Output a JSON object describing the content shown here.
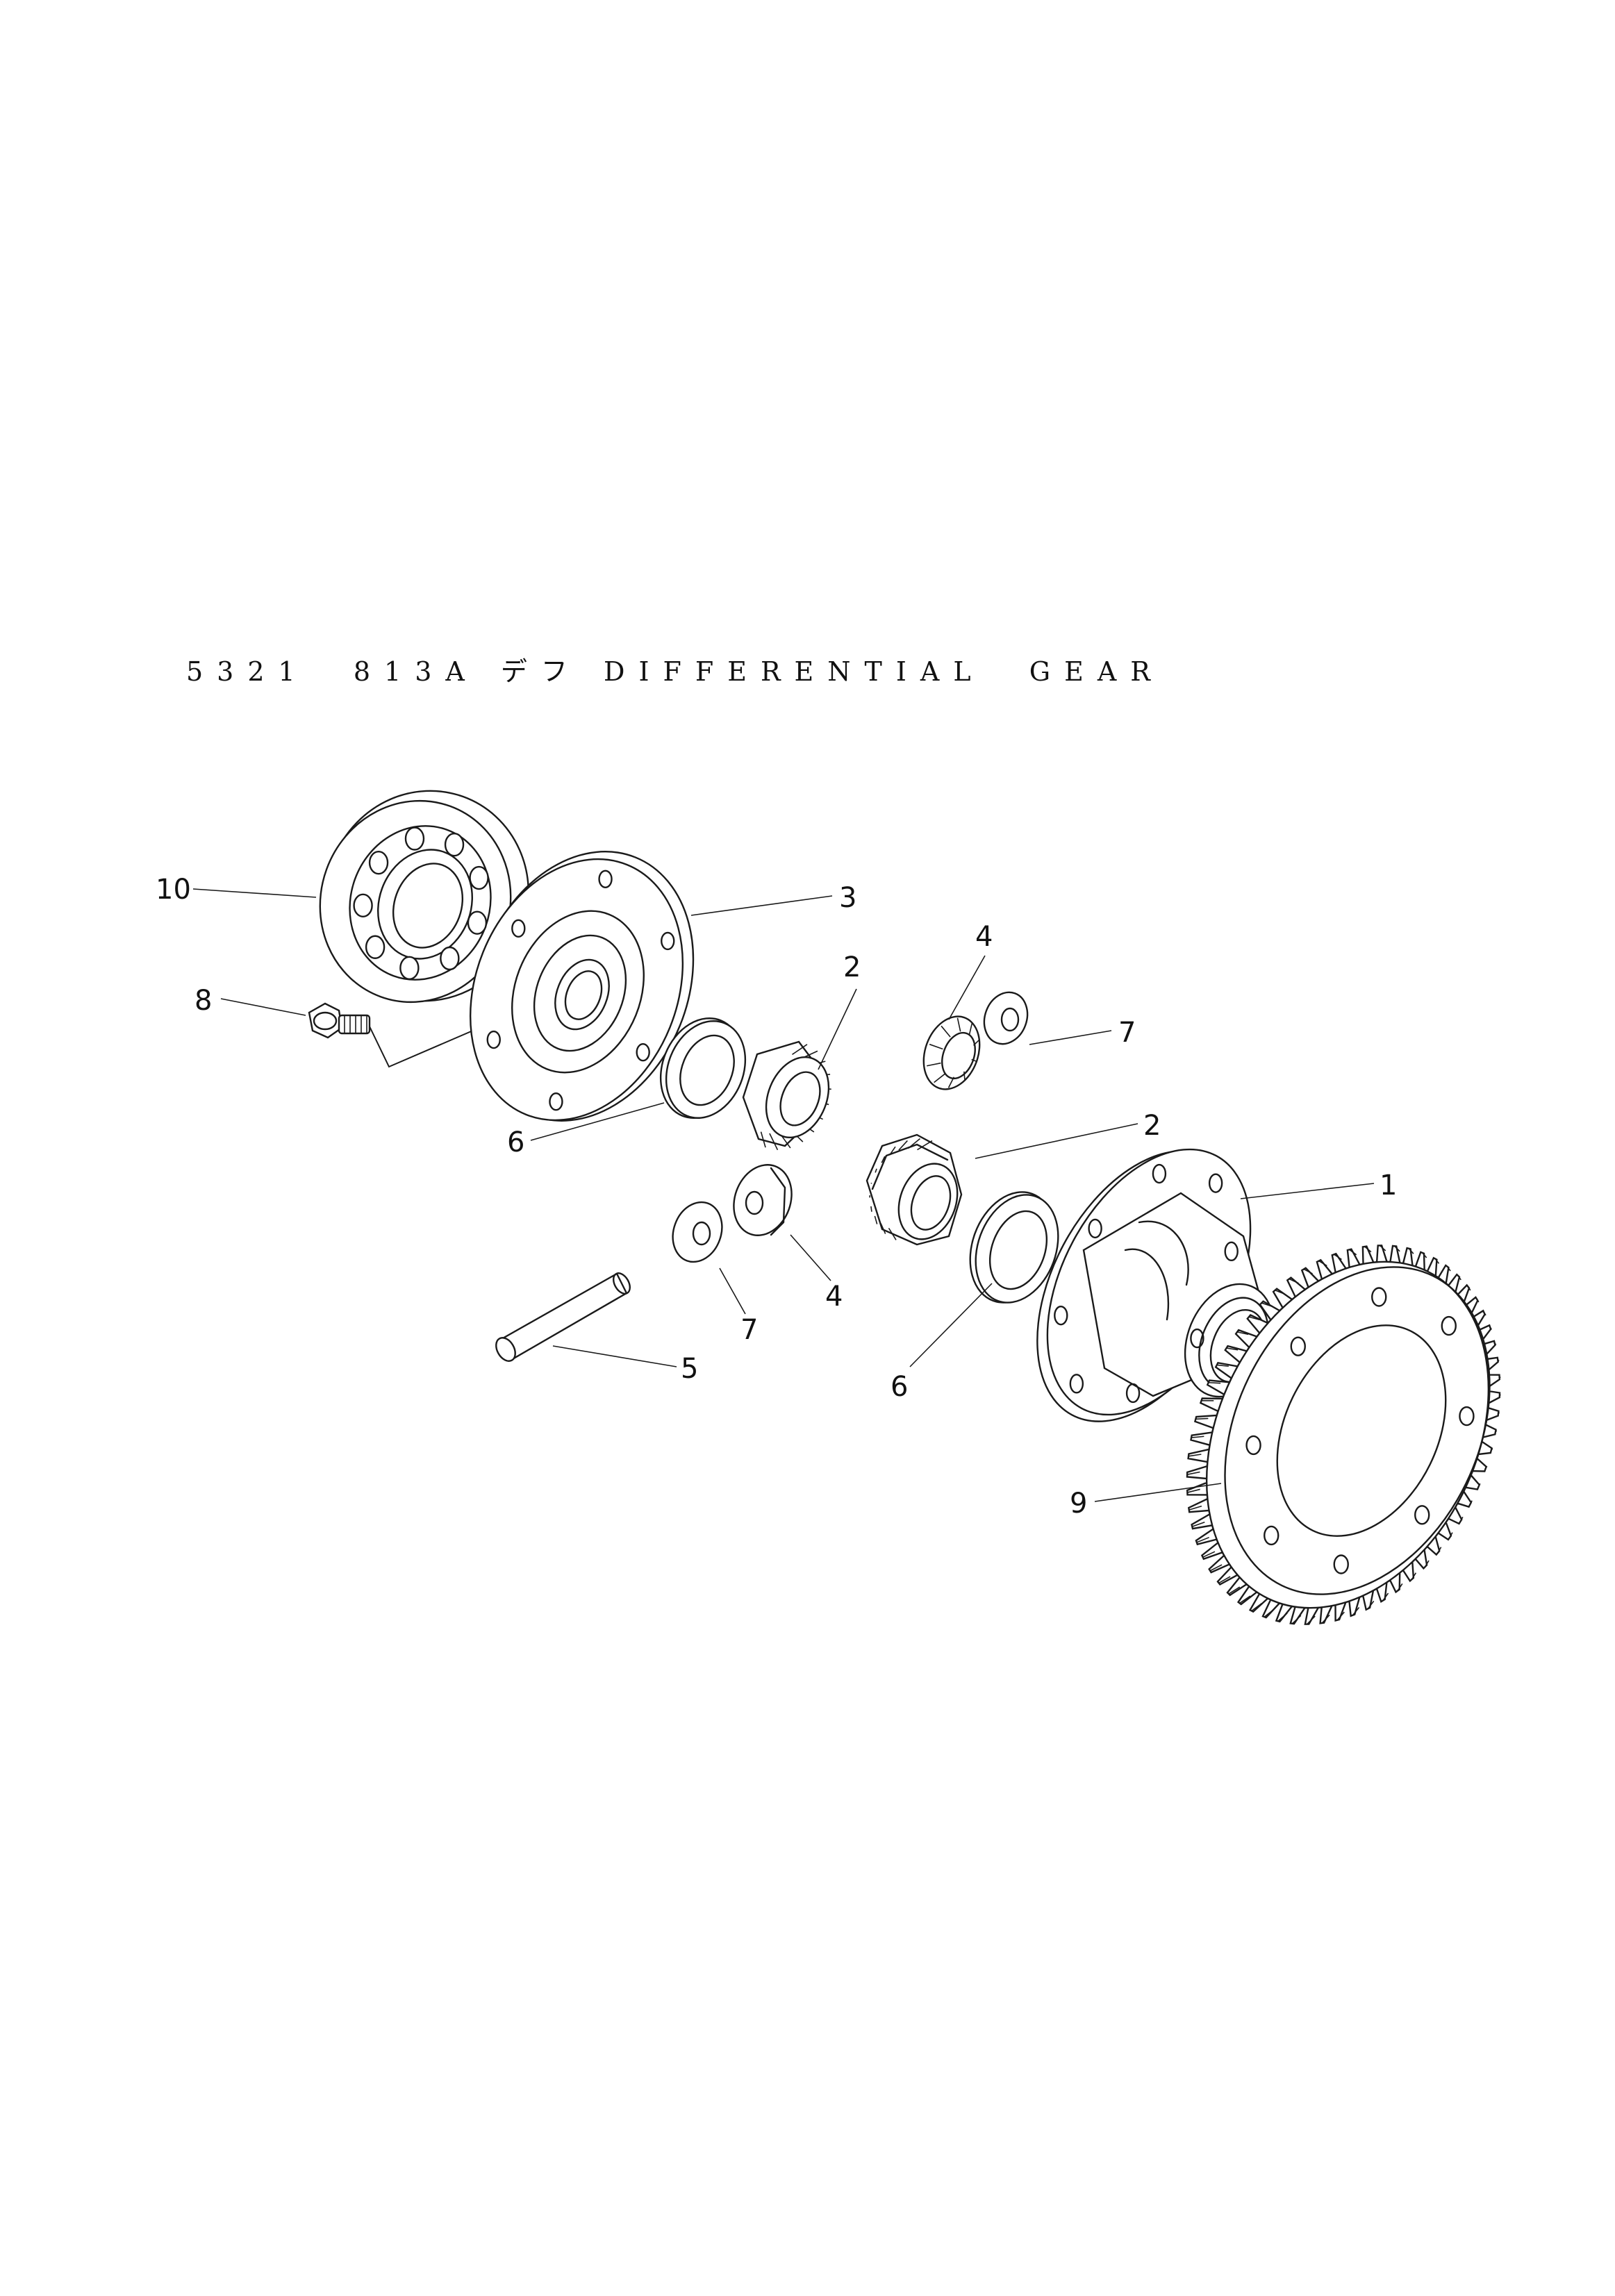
{
  "title": "5321  813A デフ DIFFERENTIAL  GEAR",
  "callouts": [
    {
      "label": "10"
    },
    {
      "label": "3"
    },
    {
      "label": "8"
    },
    {
      "label": "2"
    },
    {
      "label": "4"
    },
    {
      "label": "7"
    },
    {
      "label": "6"
    },
    {
      "label": "2"
    },
    {
      "label": "1"
    },
    {
      "label": "4"
    },
    {
      "label": "7"
    },
    {
      "label": "5"
    },
    {
      "label": "6"
    },
    {
      "label": "9"
    }
  ]
}
